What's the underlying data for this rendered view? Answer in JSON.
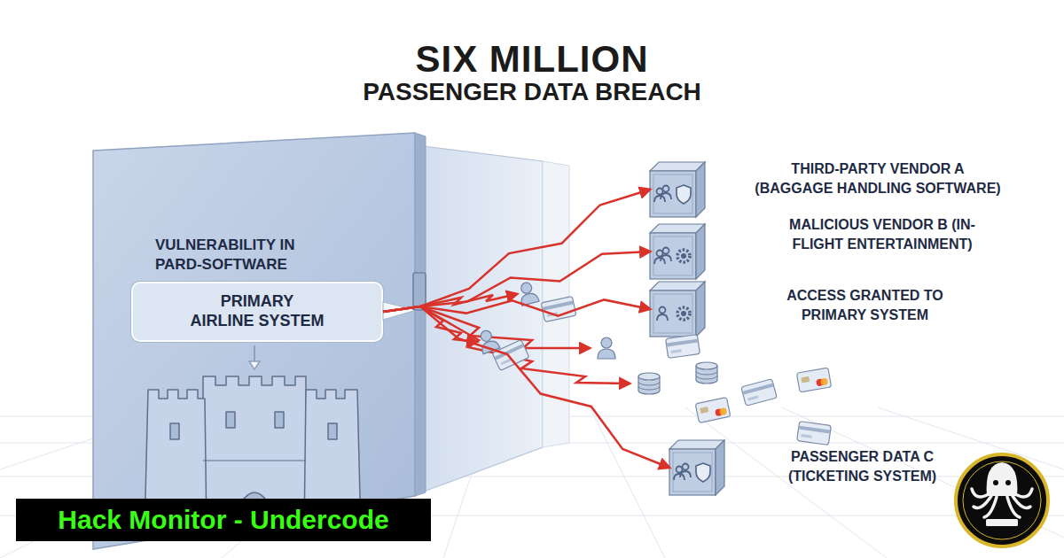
{
  "diagram": {
    "title": "SIX MILLION",
    "nodes": [
      {
        "text": [
          "VULNERABILITY IN PARD-SOFTWARE"
        ]
      },
      {
        "text": [
          "PRIMARY AIRLINE SYSTEM"
        ],
        "in": 0
      },
      {
        "text": [
          "THIRD-PARTY VENDOR A (BAGGAGE HANDLING SOFTWARE)"
        ]
      },
      {
        "text": [
          "MALICIOUS VENDOR B (IN-FLIGHT ENTERTAINMENT)"
        ]
      },
      {
        "text": [
          "ACCESS GRANTED TO PRIMARY SYSTEM"
        ]
      },
      {
        "text": [
          "PASSENGER DATA C (TICKETING SYSTEM)"
        ]
      }
    ],
    "edges": [
      {
        "from": 1,
        "to": 2,
        "arrow": "to"
      },
      {
        "from": 1,
        "to": 3,
        "arrow": "to"
      },
      {
        "from": 1,
        "to": 4,
        "arrow": "to"
      },
      {
        "from": 1,
        "to": 5,
        "arrow": "to"
      }
    ],
    "labels": [
      "PASSENGER DATA BREACH",
      "Hack Monitor - Undercode"
    ]
  }
}
